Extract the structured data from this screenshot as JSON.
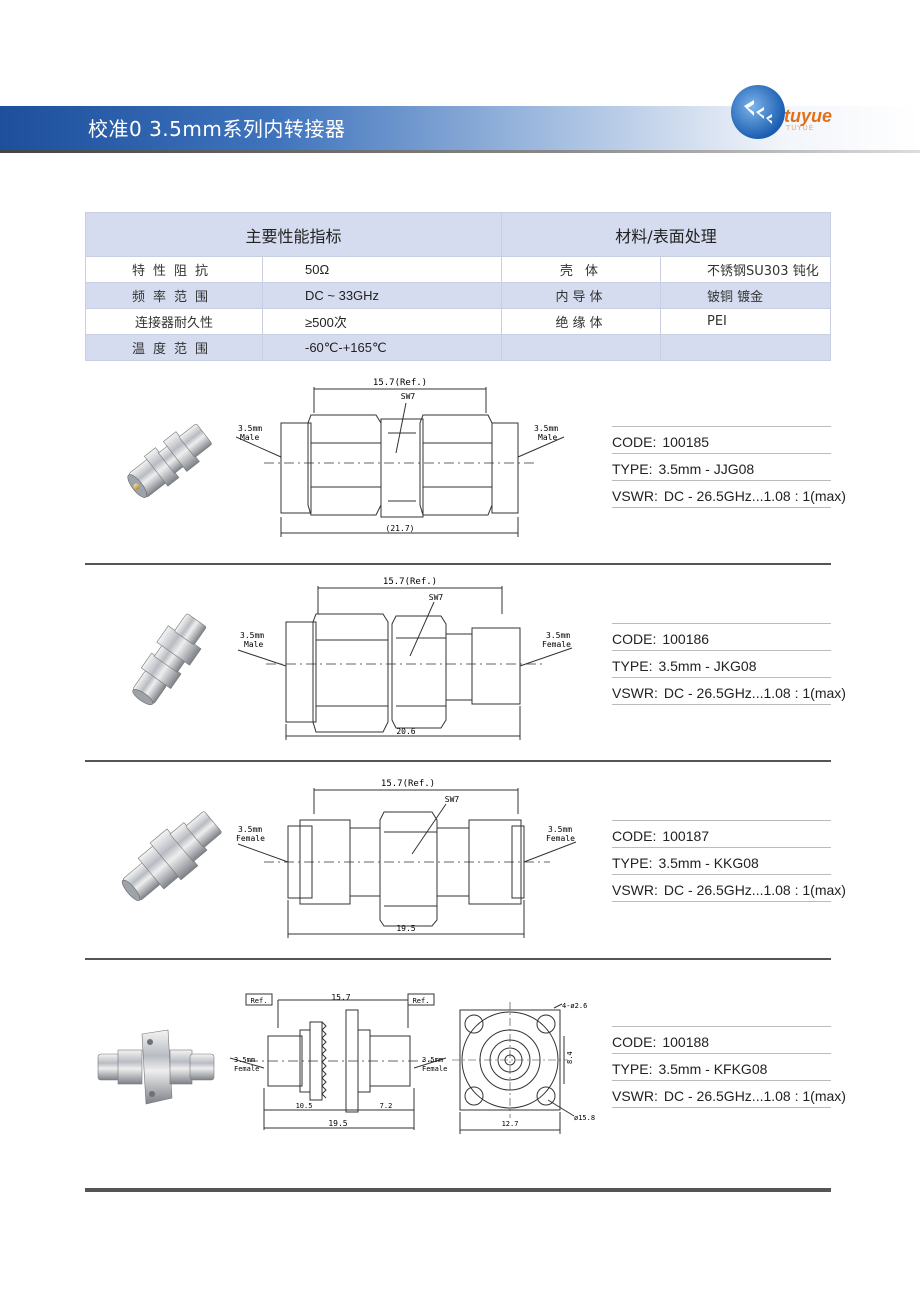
{
  "header": {
    "title": "校准0 3.5mm系列内转接器",
    "logo_text": "tuyue",
    "logo_sub": "TUYUE"
  },
  "spec_table": {
    "left_header": "主要性能指标",
    "right_header": "材料/表面处理",
    "rows": [
      {
        "label": "特性阻抗",
        "value": "50Ω",
        "mat_label": "壳 体",
        "mat_value": "不锈钢SU303 钝化"
      },
      {
        "label": "频率范围",
        "value": "DC ~ 33GHz",
        "mat_label": "内导体",
        "mat_value": "铍铜 镀金"
      },
      {
        "label": "连接器耐久性",
        "value": "≥500次",
        "mat_label": "绝缘体",
        "mat_value": "PEI"
      },
      {
        "label": "温度范围",
        "value": "-60℃-+165℃",
        "mat_label": "",
        "mat_value": ""
      }
    ]
  },
  "products": [
    {
      "code_label": "CODE:",
      "code": "100185",
      "type_label": "TYPE:",
      "type": "3.5mm - JJG08",
      "vswr_label": "VSWR:",
      "vswr": "DC - 26.5GHz...1.08 : 1(max)",
      "dims": {
        "ref": "15.7(Ref.)",
        "sw": "SW7",
        "total": "(21.7)",
        "left_size": "3.5mm",
        "left_gender": "Male",
        "right_size": "3.5mm",
        "right_gender": "Male"
      }
    },
    {
      "code_label": "CODE:",
      "code": "100186",
      "type_label": "TYPE:",
      "type": "3.5mm - JKG08",
      "vswr_label": "VSWR:",
      "vswr": "DC - 26.5GHz...1.08 : 1(max)",
      "dims": {
        "ref": "15.7(Ref.)",
        "sw": "SW7",
        "total": "20.6",
        "left_size": "3.5mm",
        "left_gender": "Male",
        "right_size": "3.5mm",
        "right_gender": "Female"
      }
    },
    {
      "code_label": "CODE:",
      "code": "100187",
      "type_label": "TYPE:",
      "type": "3.5mm - KKG08",
      "vswr_label": "VSWR:",
      "vswr": "DC - 26.5GHz...1.08 : 1(max)",
      "dims": {
        "ref": "15.7(Ref.)",
        "sw": "SW7",
        "total": "19.5",
        "left_size": "3.5mm",
        "left_gender": "Female",
        "right_size": "3.5mm",
        "right_gender": "Female"
      }
    },
    {
      "code_label": "CODE:",
      "code": "100188",
      "type_label": "TYPE:",
      "type": "3.5mm - KFKG08",
      "vswr_label": "VSWR:",
      "vswr": "DC - 26.5GHz...1.08 : 1(max)",
      "dims": {
        "ref_tag": "Ref.",
        "length": "15.7",
        "total": "19.5",
        "left_seg": "10.5",
        "right_seg": "7.2",
        "left_size": "3.5mm",
        "left_gender": "Female",
        "right_size": "3.5mm",
        "right_gender": "Female",
        "holes": "4-ø2.6",
        "flange_h": "8.4",
        "flange_w": "12.7",
        "flange_d": "ø15.8"
      }
    }
  ]
}
